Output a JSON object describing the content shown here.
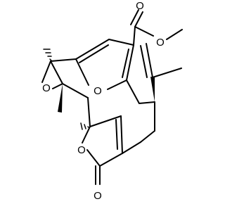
{
  "molecule": {
    "atom_labels": {
      "ester_carbonyl_o": "O",
      "ester_ether_o": "O",
      "furan_o": "O",
      "epoxide_o": "O",
      "lactone_ring_o": "O",
      "lactone_carbonyl_o": "O"
    },
    "colors": {
      "bond": "#000000",
      "label": "#000000",
      "background": "#ffffff"
    }
  }
}
